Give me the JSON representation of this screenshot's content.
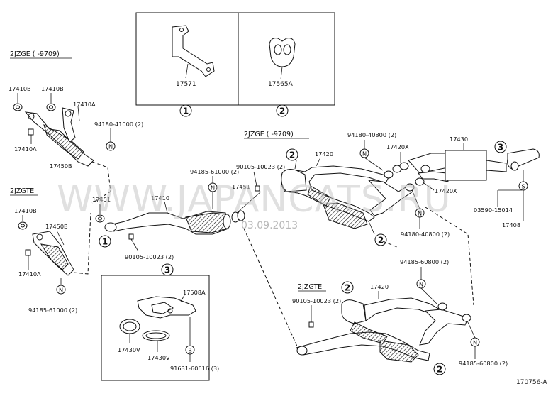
{
  "watermark": {
    "text": "WWW.JAPANCATS.RU",
    "date": "03.09.2013"
  },
  "diagram_id": "170756-A",
  "headers": {
    "left_2jzge": "2JZGE (      -9709)",
    "left_2jzgte": "2JZGTE",
    "mid_2jzge": "2JZGE (      -9709)",
    "lower_2jzgte": "2JZGTE"
  },
  "circle_labels": {
    "one": "1",
    "two": "2",
    "three": "3",
    "s": "S",
    "n": "N",
    "b": "B"
  },
  "parts": {
    "p17571": "17571",
    "p17565A": "17565A",
    "p17410B_1": "17410B",
    "p17410B_2": "17410B",
    "p17410A_1": "17410A",
    "p17410A_2": "17410A",
    "p17450B_1": "17450B",
    "p94180_41000": "94180-41000 (2)",
    "p17451_1": "17451",
    "p17410B_3": "17410B",
    "p17450B_2": "17450B",
    "p17410A_3": "17410A",
    "p94185_61000_a": "94185-61000 (2)",
    "p94185_61000_b": "94185-61000 (2)",
    "p17410": "17410",
    "p17451_2": "17451",
    "p90105_10023_a": "90105-10023 (2)",
    "p90105_10023_b": "90105-10023 (2)",
    "p17420_a": "17420",
    "p94180_40800_a": "94180-40800 (2)",
    "p17420X_a": "17420X",
    "p17430": "17430",
    "p17420X_b": "17420X",
    "p03590": "03590-15014",
    "p17408": "17408",
    "p94180_40800_b": "94180-40800 (2)",
    "p17508A": "17508A",
    "p17430V_a": "17430V",
    "p17430V_b": "17430V",
    "p91631": "91631-60616 (3)",
    "p90105_10023_c": "90105-10023 (2)",
    "p17420_b": "17420",
    "p94185_60800_a": "94185-60800 (2)",
    "p94185_60800_b": "94185-60800 (2)"
  }
}
